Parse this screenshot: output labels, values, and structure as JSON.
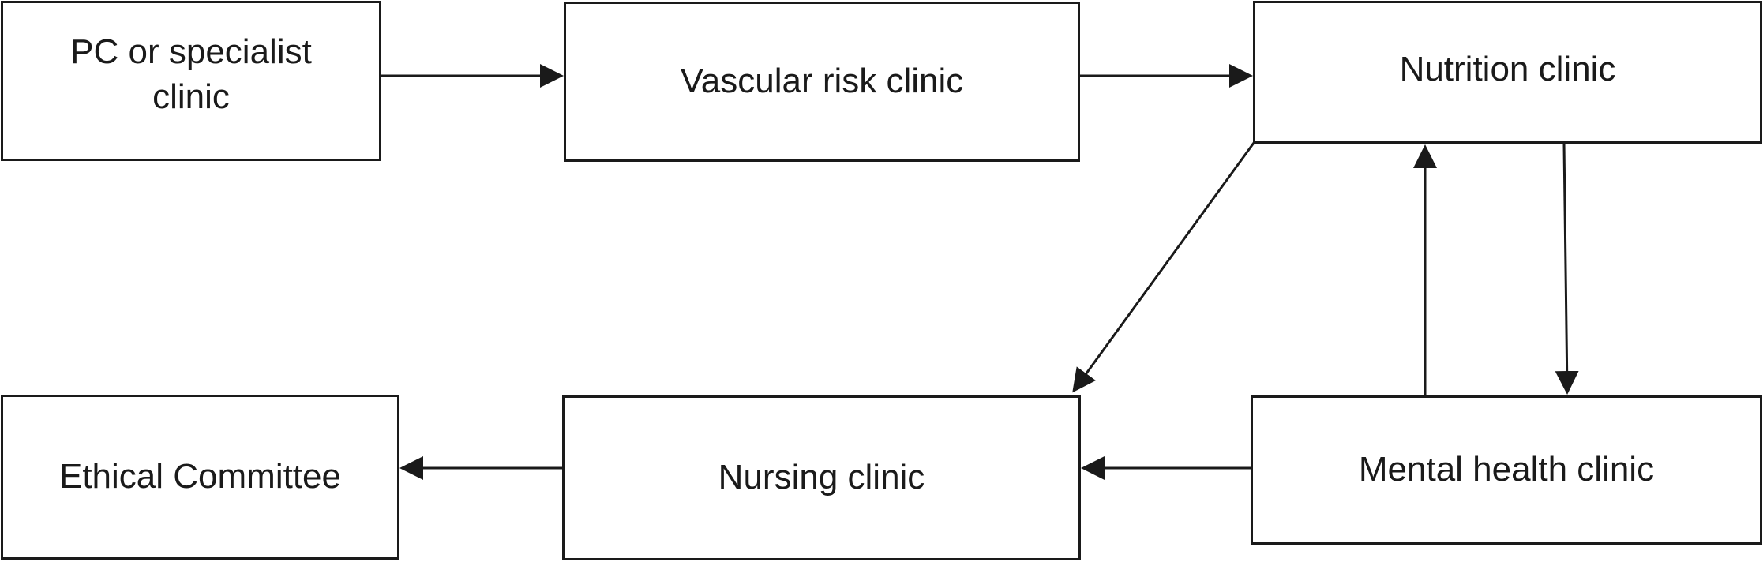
{
  "nodes": {
    "pc": "PC or specialist\nclinic",
    "vascular": "Vascular risk clinic",
    "nutrition": "Nutrition clinic",
    "mental": "Mental health clinic",
    "nursing": "Nursing clinic",
    "ethical": "Ethical Committee"
  },
  "colors": {
    "stroke": "#1a1a1a"
  }
}
